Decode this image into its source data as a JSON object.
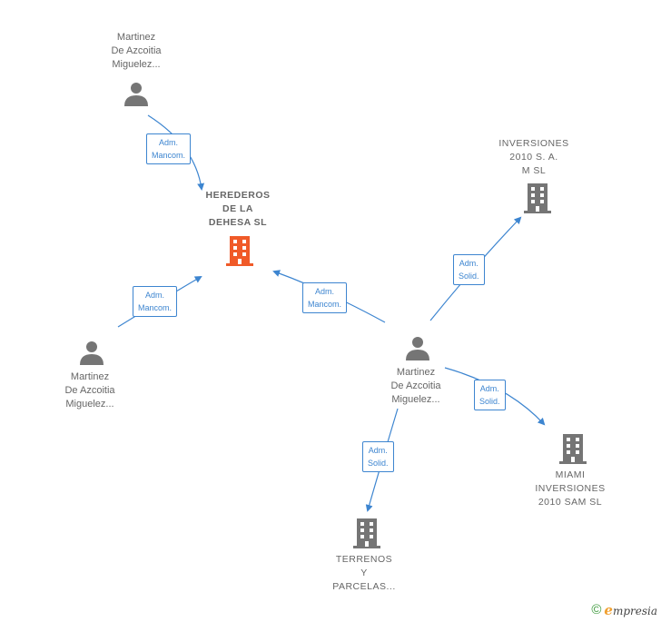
{
  "nodes": {
    "person_top": {
      "lines": [
        "Martinez",
        "De Azcoitia",
        "Miguelez..."
      ]
    },
    "company_main": {
      "lines": [
        "HEREDEROS",
        "DE LA",
        "DEHESA  SL"
      ]
    },
    "person_left": {
      "lines": [
        "Martinez",
        "De Azcoitia",
        "Miguelez..."
      ]
    },
    "person_center": {
      "lines": [
        "Martinez",
        "De Azcoitia",
        "Miguelez..."
      ]
    },
    "company_inversiones": {
      "lines": [
        "INVERSIONES",
        "2010 S.  A.",
        "M SL"
      ]
    },
    "company_miami": {
      "lines": [
        "MIAMI",
        "INVERSIONES",
        "2010 SAM  SL"
      ]
    },
    "company_terrenos": {
      "lines": [
        "TERRENOS",
        "Y",
        "PARCELAS..."
      ]
    }
  },
  "edges": {
    "top_to_main": {
      "lines": [
        "Adm.",
        "Mancom."
      ]
    },
    "left_to_main": {
      "lines": [
        "Adm.",
        "Mancom."
      ]
    },
    "center_to_main": {
      "lines": [
        "Adm.",
        "Mancom."
      ]
    },
    "center_to_inversiones": {
      "lines": [
        "Adm.",
        "Solid."
      ]
    },
    "center_to_miami": {
      "lines": [
        "Adm.",
        "Solid."
      ]
    },
    "center_to_terrenos": {
      "lines": [
        "Adm.",
        "Solid."
      ]
    }
  },
  "colors": {
    "edge": "#3d85d0",
    "node_gray": "#757575",
    "main_company": "#f05a28"
  },
  "footer": {
    "copyright": "©",
    "brand_initial": "e",
    "brand_rest": "mpresia"
  }
}
